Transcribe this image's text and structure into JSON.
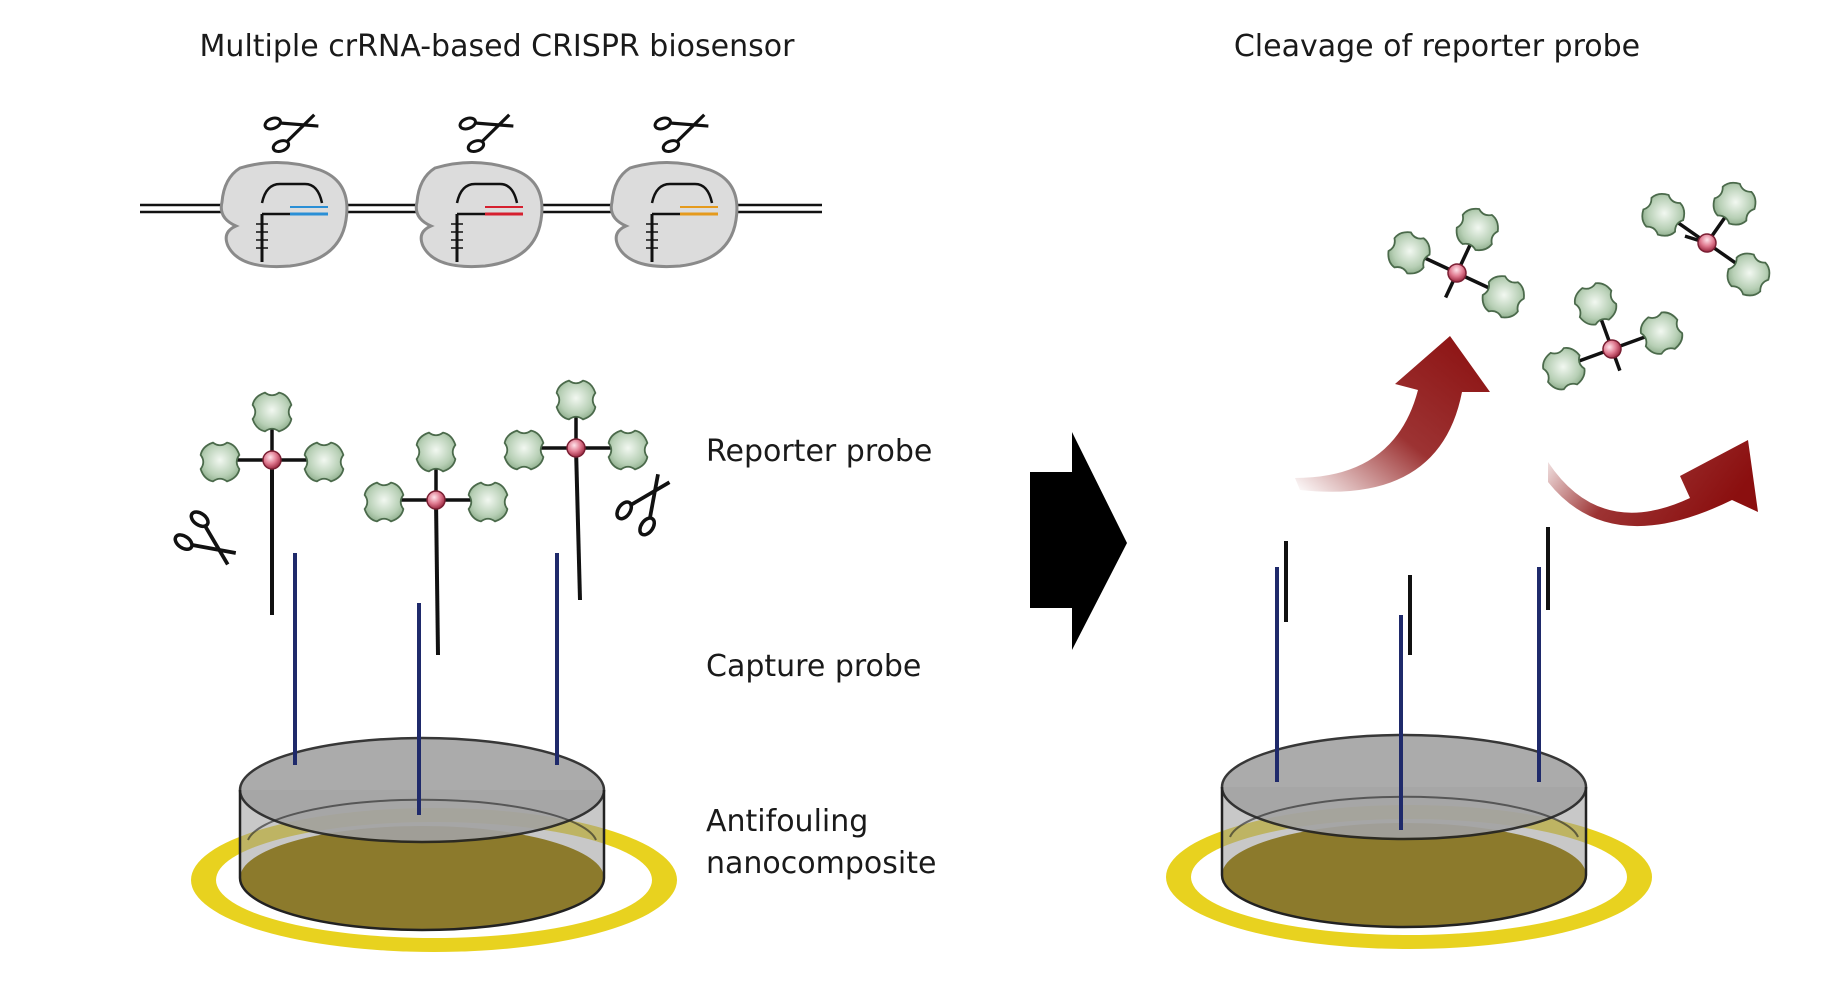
{
  "left_title": "Multiple crRNA-based CRISPR biosensor",
  "right_title": "Cleavage of reporter probe",
  "labels": {
    "reporter_probe": "Reporter probe",
    "capture_probe": "Capture probe",
    "antifouling_line1": "Antifouling",
    "antifouling_line2": "nanocomposite"
  },
  "colors": {
    "background": "#ffffff",
    "cas_protein_fill": "#dcdcdc",
    "cas_protein_stroke": "#8a8a8a",
    "crrna_1": "#2a8fd6",
    "crrna_2": "#d6202f",
    "crrna_3": "#e59a1c",
    "capture_probe": "#1f2a6b",
    "reporter_strand": "#111111",
    "reporter_blob": "#b9d1b7",
    "reporter_blob_stroke": "#4b6a4b",
    "reporter_core": "#d9667e",
    "electrode_ring": "#e8d21f",
    "electrode_top": "#9a9a9a",
    "electrode_base": "#8c7a2c",
    "process_arrow": "#000000",
    "release_arrow": "#8b0f0f"
  },
  "icons": [
    "scissors-icon",
    "cas12a-protein-icon",
    "reporter-probe-icon",
    "process-arrow-icon",
    "release-arrow-icon"
  ]
}
